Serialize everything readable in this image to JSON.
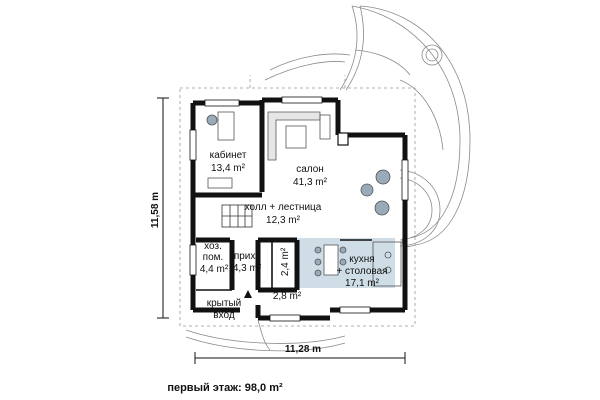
{
  "rooms": {
    "cabinet": {
      "name": "кабинет",
      "area": "13,4 m²"
    },
    "salon": {
      "name": "салон",
      "area": "41,3 m²"
    },
    "hall": {
      "name": "холл + лестница",
      "area": "12,3 m²"
    },
    "utility": {
      "name1": "хоз.",
      "name2": "пом.",
      "area": "4,4 m²"
    },
    "entry_hall": {
      "name": "прих.",
      "area": "4,3 m²"
    },
    "wc": {
      "area": "2,4 m²"
    },
    "kitchen": {
      "name1": "кухня",
      "name2": "+ столовая",
      "area": "17,1 m²"
    },
    "small_room": {
      "area": "2,8 m²"
    },
    "porch": {
      "name1": "крытый",
      "name2": "вход"
    }
  },
  "dimensions": {
    "width": "11,28 m",
    "height": "11,58 m"
  },
  "footer": {
    "total": "первый этаж: 98,0 m²"
  },
  "colors": {
    "wall": "#111111",
    "kitchen_floor": "#cfdde6",
    "terrace_line": "#8a8a8a"
  }
}
